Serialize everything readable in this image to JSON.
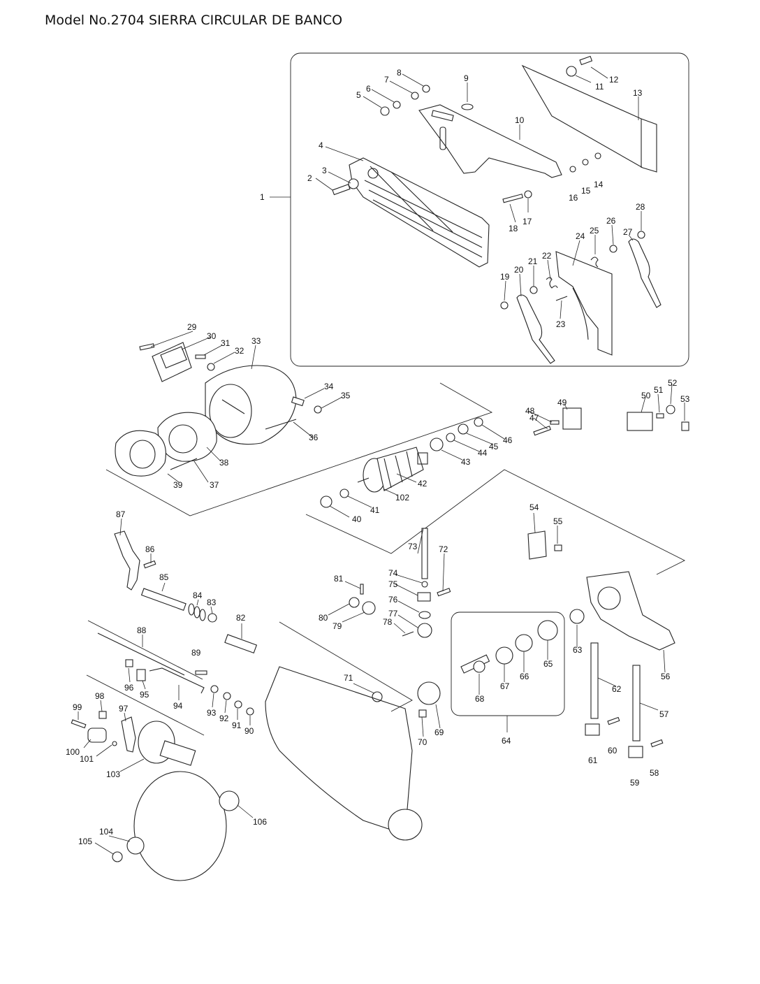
{
  "title": "Model No.2704 SIERRA CIRCULAR DE BANCO",
  "part_labels": [
    "1",
    "2",
    "3",
    "4",
    "5",
    "6",
    "7",
    "8",
    "9",
    "10",
    "11",
    "12",
    "13",
    "14",
    "15",
    "16",
    "17",
    "18",
    "19",
    "20",
    "21",
    "22",
    "23",
    "24",
    "25",
    "26",
    "27",
    "28",
    "29",
    "30",
    "31",
    "32",
    "33",
    "34",
    "35",
    "36",
    "37",
    "38",
    "39",
    "40",
    "41",
    "42",
    "43",
    "44",
    "45",
    "46",
    "47",
    "48",
    "49",
    "50",
    "51",
    "52",
    "53",
    "54",
    "55",
    "56",
    "57",
    "58",
    "59",
    "60",
    "61",
    "62",
    "63",
    "64",
    "65",
    "66",
    "67",
    "68",
    "69",
    "70",
    "71",
    "72",
    "73",
    "74",
    "75",
    "76",
    "77",
    "78",
    "79",
    "80",
    "81",
    "82",
    "83",
    "84",
    "85",
    "86",
    "87",
    "88",
    "89",
    "90",
    "91",
    "92",
    "93",
    "94",
    "95",
    "96",
    "97",
    "98",
    "99",
    "100",
    "101",
    "102",
    "103",
    "104",
    "105",
    "106"
  ]
}
